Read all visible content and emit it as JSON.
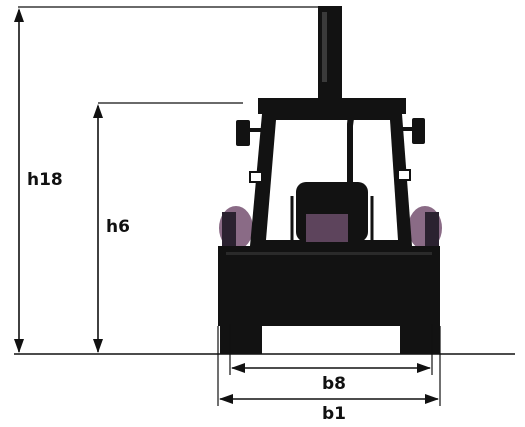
{
  "labels": {
    "h18": "h18",
    "h6": "h6",
    "b8": "b8",
    "b1": "b1"
  },
  "colors": {
    "machine": "#121212",
    "background": "#ffffff",
    "dimension_line": "#111111",
    "tire_accent": "#8a6b86",
    "cab_glass": "#ffffff"
  },
  "icons": {
    "machine": "backhoe-loader-front-view"
  }
}
